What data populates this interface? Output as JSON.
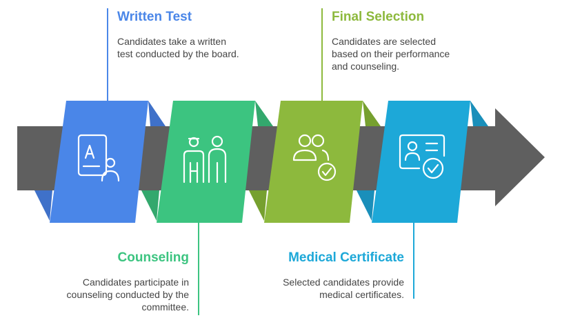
{
  "steps": [
    {
      "title": "Written Test",
      "description": "Candidates take a written test conducted by the board.",
      "color": "#4A86E8",
      "icon": "test-person-icon"
    },
    {
      "title": "Counseling",
      "description": "Candidates participate in counseling conducted by the committee.",
      "color": "#3CC480",
      "icon": "counseling-people-icon"
    },
    {
      "title": "Final Selection",
      "description": "Candidates are selected based on their performance and counseling.",
      "color": "#8DB93D",
      "icon": "selected-people-icon"
    },
    {
      "title": "Medical Certificate",
      "description": "Selected candidates provide medical certificates.",
      "color": "#1DA8D8",
      "icon": "certificate-icon"
    }
  ],
  "colors": {
    "arrow": "#5F5F5F",
    "text": "#444444"
  }
}
